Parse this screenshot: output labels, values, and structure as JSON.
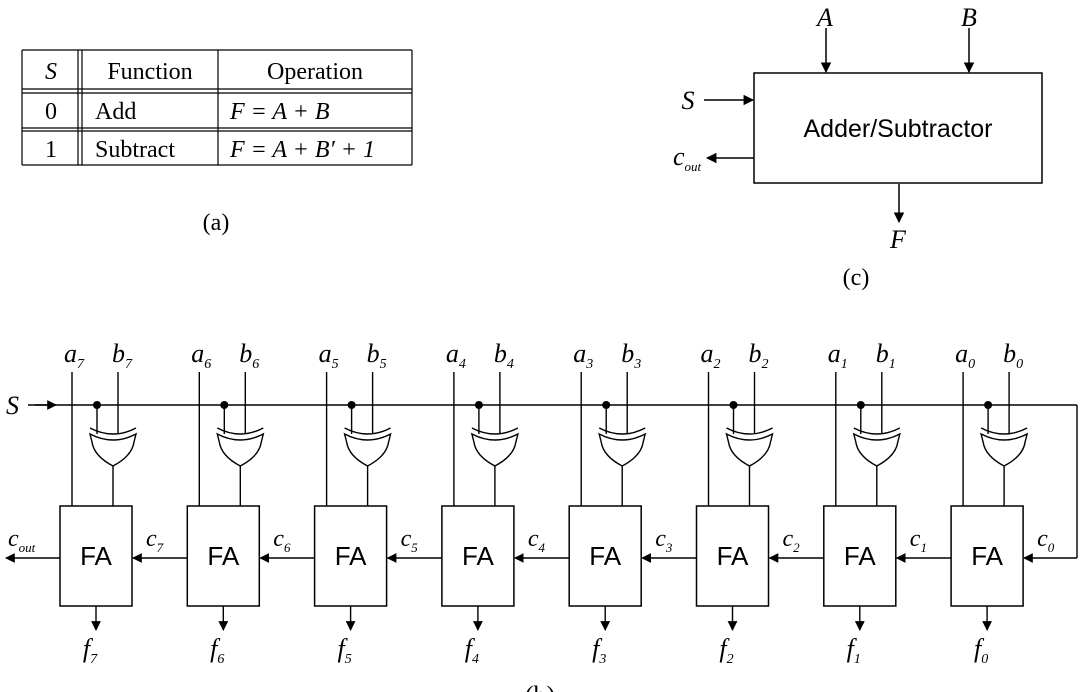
{
  "table": {
    "headers": [
      "S",
      "Function",
      "Operation"
    ],
    "rows": [
      [
        "0",
        "Add",
        "F = A + B"
      ],
      [
        "1",
        "Subtract",
        "F = A + B′ + 1"
      ]
    ]
  },
  "captions": {
    "a": "(a)",
    "b": "(b)",
    "c": "(c)"
  },
  "block": {
    "title": "Adder/Subtractor",
    "in_a": "A",
    "in_b": "B",
    "in_s": "S",
    "out_f": "F",
    "out_c": "c",
    "out_c_sub": "out"
  },
  "circuit": {
    "s_label": "S",
    "fa_label": "FA",
    "cout_label": "c",
    "cout_sub": "out",
    "stages": [
      {
        "a": "a",
        "b": "b",
        "bit": "7",
        "c_in": "7",
        "f": "f"
      },
      {
        "a": "a",
        "b": "b",
        "bit": "6",
        "c_in": "6",
        "f": "f"
      },
      {
        "a": "a",
        "b": "b",
        "bit": "5",
        "c_in": "5",
        "f": "f"
      },
      {
        "a": "a",
        "b": "b",
        "bit": "4",
        "c_in": "4",
        "f": "f"
      },
      {
        "a": "a",
        "b": "b",
        "bit": "3",
        "c_in": "3",
        "f": "f"
      },
      {
        "a": "a",
        "b": "b",
        "bit": "2",
        "c_in": "2",
        "f": "f"
      },
      {
        "a": "a",
        "b": "b",
        "bit": "1",
        "c_in": "1",
        "f": "f"
      },
      {
        "a": "a",
        "b": "b",
        "bit": "0",
        "c_in": "0",
        "f": "f"
      }
    ]
  }
}
